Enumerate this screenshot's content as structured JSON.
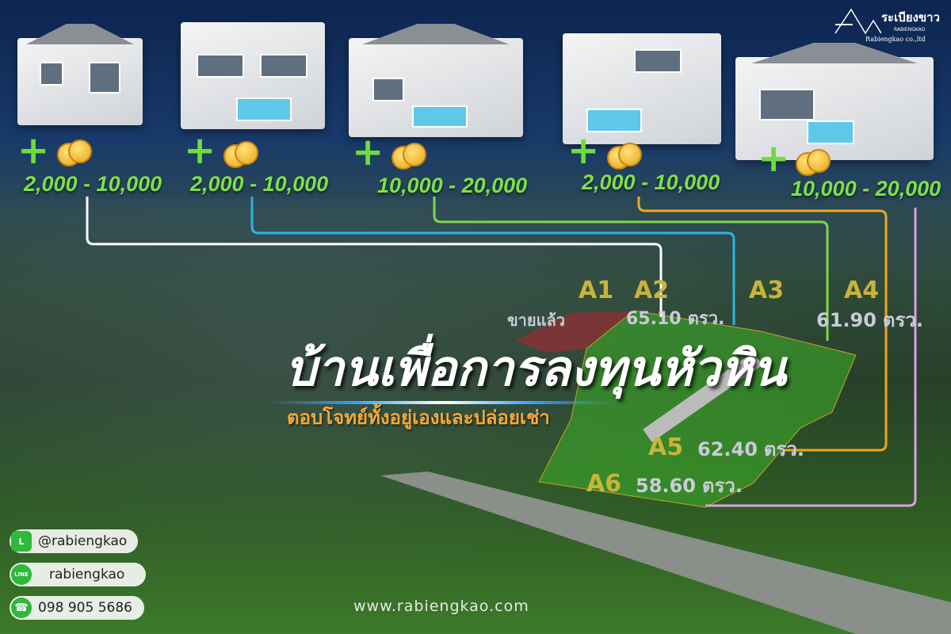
{
  "logo": {
    "thai": "ระเบียงขาว",
    "latin": "RABIENGKAO",
    "company": "Rabiengkao co.,ltd"
  },
  "houses": [
    {
      "price": "2,000 - 10,000"
    },
    {
      "price": "2,000 - 10,000"
    },
    {
      "price": "10,000 - 20,000"
    },
    {
      "price": "2,000 - 10,000"
    },
    {
      "price": "10,000 - 20,000"
    }
  ],
  "connector_colors": [
    "#ffffff",
    "#29b6e0",
    "#7fd848",
    "#f2a51e",
    "#d8a0e8"
  ],
  "plots": {
    "a1": {
      "label": "A1",
      "status": "ขายแล้ว"
    },
    "a2": {
      "label": "A2",
      "area": "65.10",
      "unit": "ตรว."
    },
    "a3": {
      "label": "A3"
    },
    "a4": {
      "label": "A4",
      "area": "61.90",
      "unit": "ตรว."
    },
    "a5": {
      "label": "A5",
      "area": "62.40",
      "unit": "ตรว."
    },
    "a6": {
      "label": "A6",
      "area": "58.60",
      "unit": "ตรว."
    }
  },
  "title": "บ้านเพื่อการลงทุนหัวหิน",
  "subtitle": "ตอบโจทย์ทั้งอยู่เองและปล่อยเช่า",
  "contacts": {
    "line_id": "@rabiengkao",
    "line_name": "rabiengkao",
    "phone": "098 905 5686",
    "line_icon": "L",
    "line_icon2": "LINE",
    "phone_icon": "☎"
  },
  "website": "www.rabiengkao.com"
}
